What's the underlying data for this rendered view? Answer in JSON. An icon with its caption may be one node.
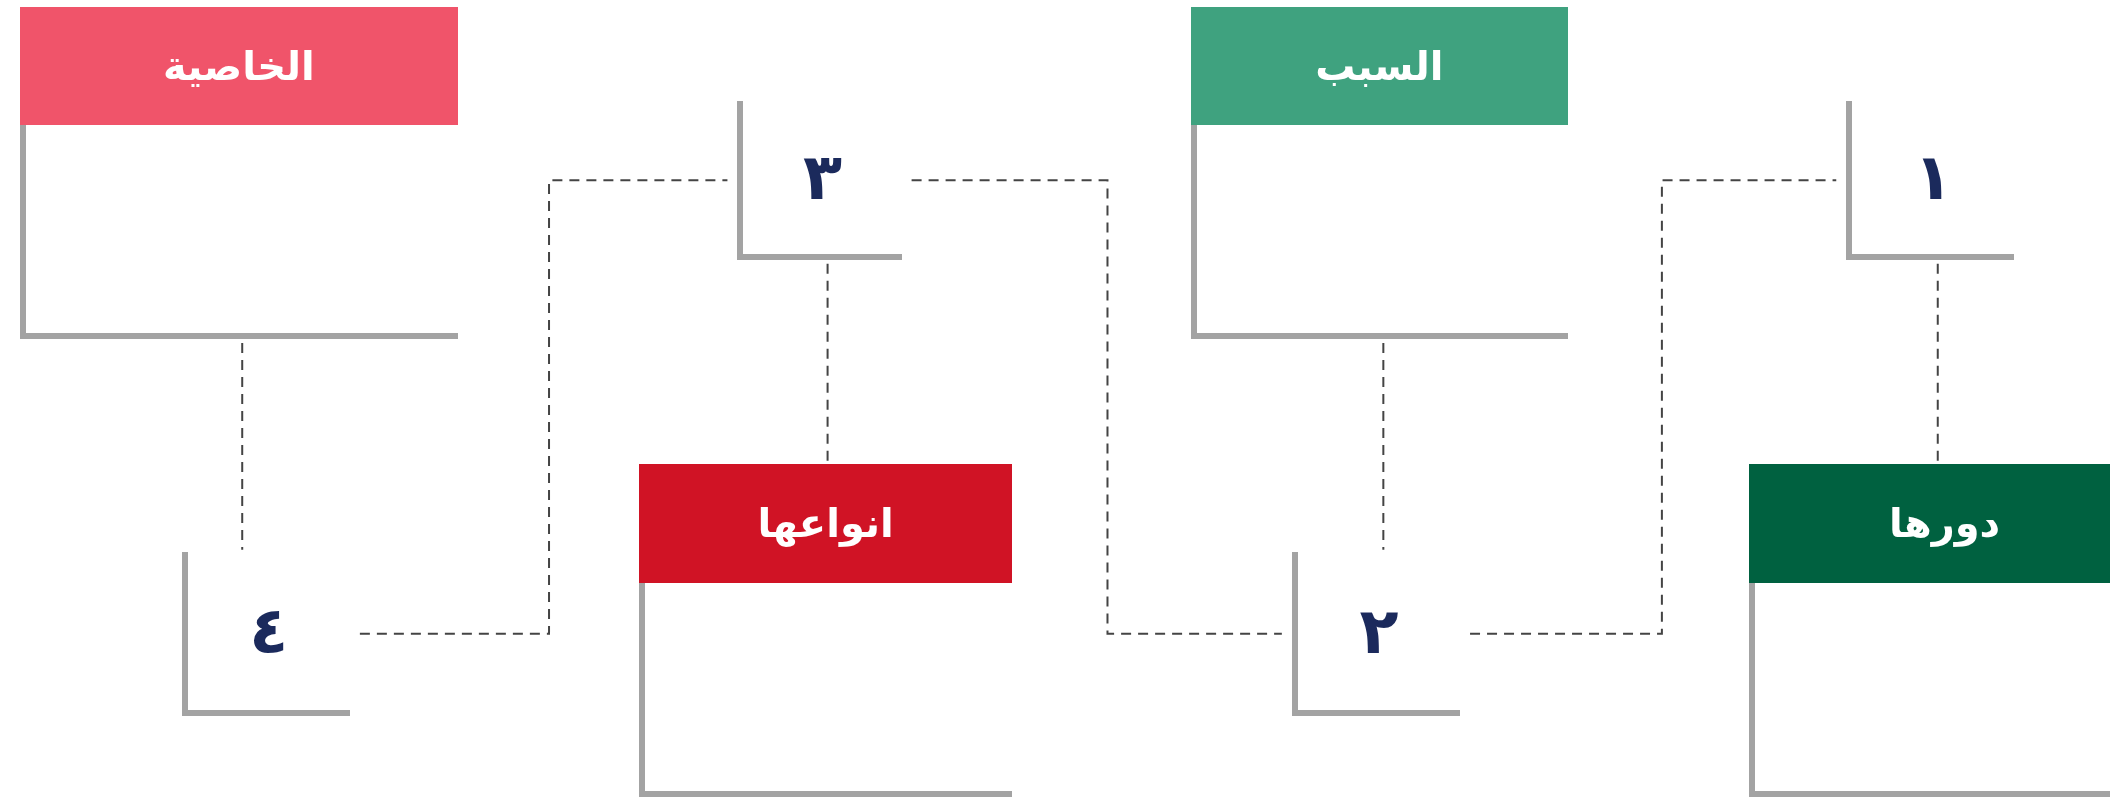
{
  "diagram": {
    "nodes": [
      {
        "text": [
          "الخاصية"
        ]
      },
      {
        "text": [
          "٣"
        ]
      },
      {
        "text": [
          "انواعها"
        ]
      },
      {
        "text": [
          "٤"
        ]
      },
      {
        "text": [
          "السبب"
        ]
      },
      {
        "text": [
          "١"
        ]
      },
      {
        "text": [
          "دورها"
        ]
      },
      {
        "text": [
          "٢"
        ]
      },
      {
        "text": [],
        "shape": "box"
      },
      {
        "text": [],
        "shape": "box"
      },
      {
        "text": [],
        "shape": "box"
      },
      {
        "text": [],
        "shape": "box"
      }
    ],
    "edges": [
      {
        "from": 8,
        "to": 3,
        "arrow": "none",
        "style": "dashed"
      },
      {
        "from": 3,
        "to": 1,
        "arrow": "none",
        "style": "dashed"
      },
      {
        "from": 1,
        "to": 2,
        "arrow": "none",
        "style": "dashed"
      },
      {
        "from": 1,
        "to": 7,
        "arrow": "none",
        "style": "dashed"
      },
      {
        "from": 10,
        "to": 7,
        "arrow": "none",
        "style": "dashed"
      },
      {
        "from": 7,
        "to": 5,
        "arrow": "none",
        "style": "dashed"
      },
      {
        "from": 5,
        "to": 6,
        "arrow": "none",
        "style": "dashed"
      }
    ]
  }
}
